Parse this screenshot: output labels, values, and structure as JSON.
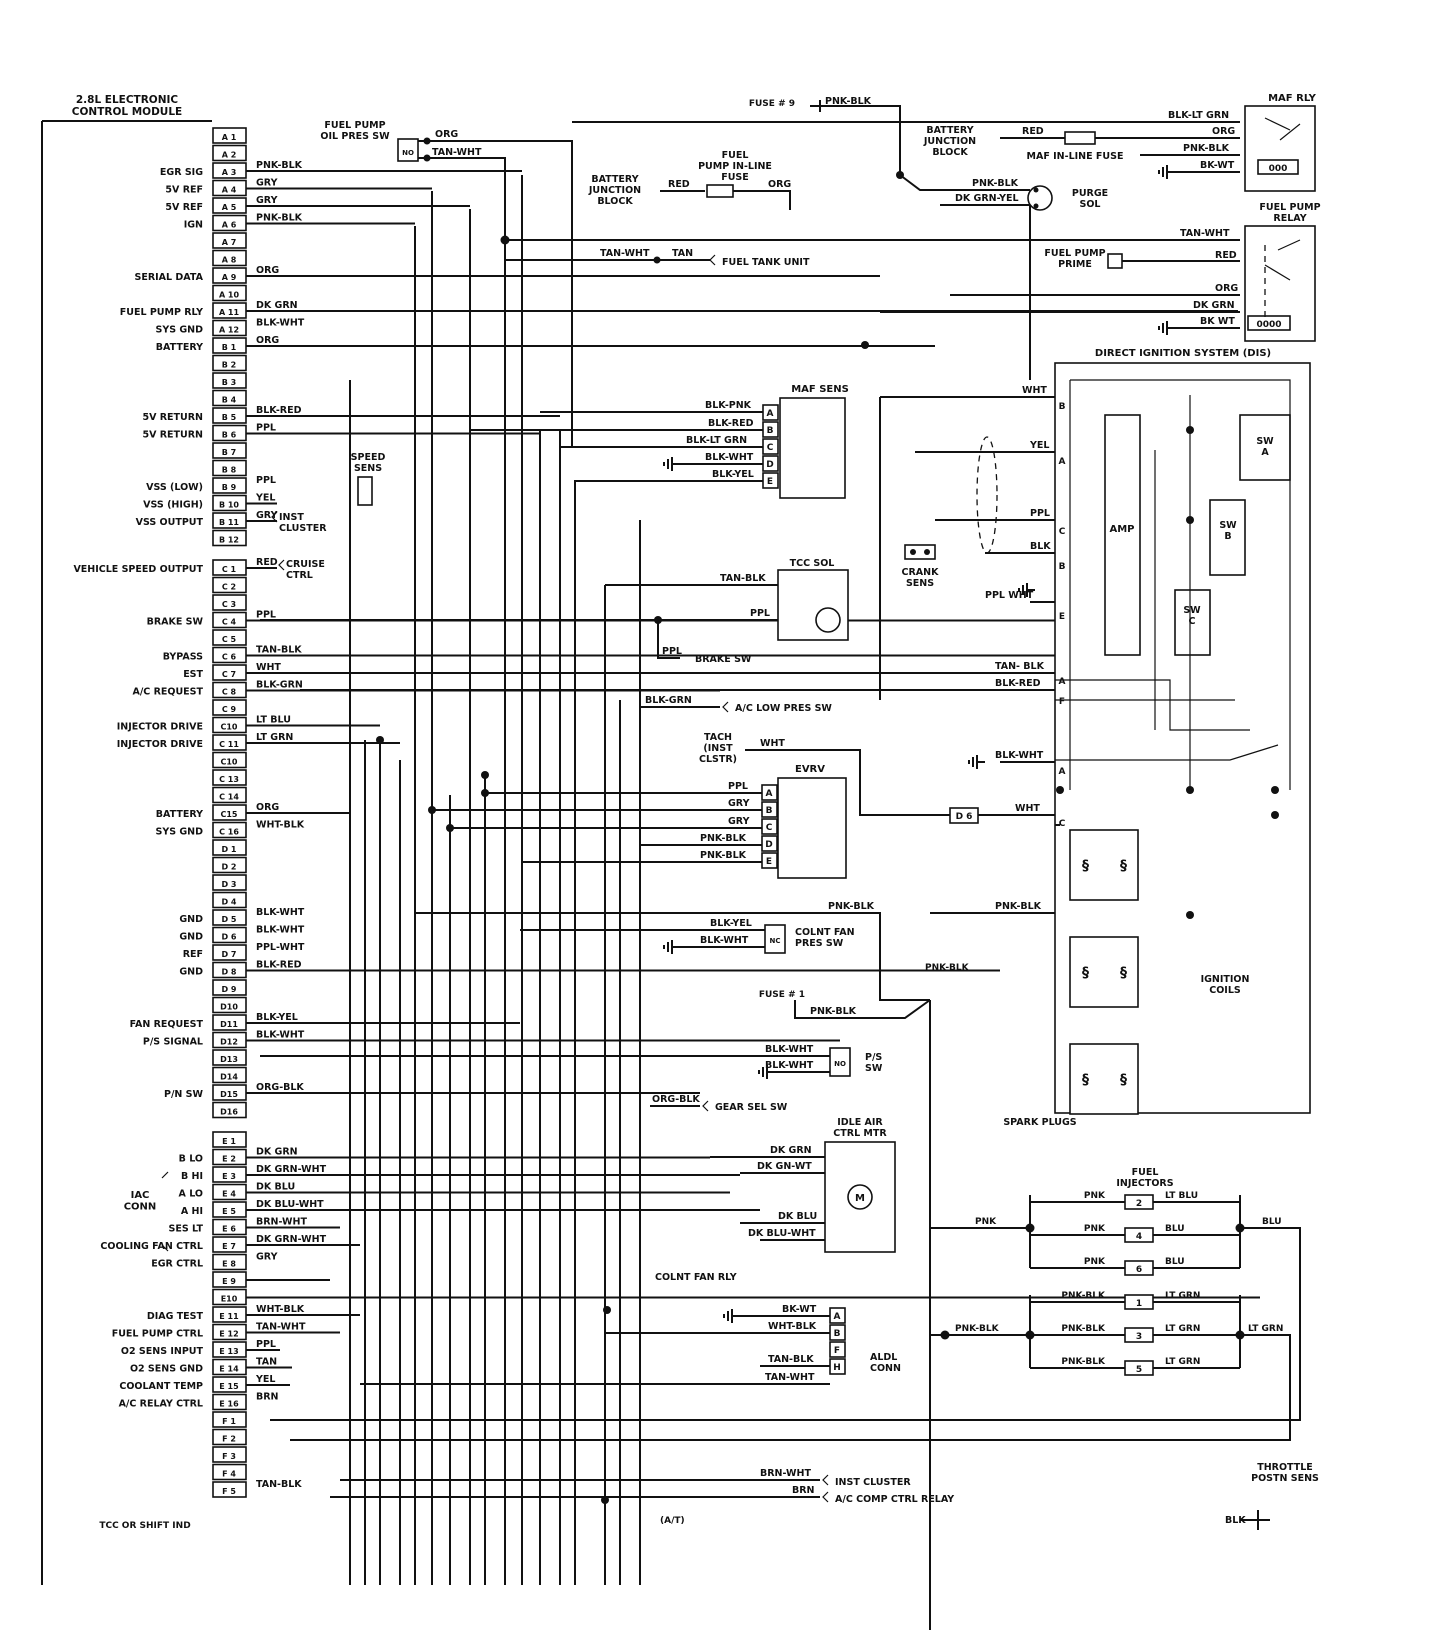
{
  "module": {
    "title": "2.8L ELECTRONIC\nCONTROL MODULE",
    "pins": [
      {
        "pin": "A 1",
        "func": "",
        "wire": ""
      },
      {
        "pin": "A 2",
        "func": "",
        "wire": ""
      },
      {
        "pin": "A 3",
        "func": "EGR SIG",
        "wire": "PNK-BLK"
      },
      {
        "pin": "A 4",
        "func": "5V REF",
        "wire": "GRY"
      },
      {
        "pin": "A 5",
        "func": "5V REF",
        "wire": "GRY"
      },
      {
        "pin": "A 6",
        "func": "IGN",
        "wire": "PNK-BLK"
      },
      {
        "pin": "A 7",
        "func": "",
        "wire": ""
      },
      {
        "pin": "A 8",
        "func": "",
        "wire": ""
      },
      {
        "pin": "A 9",
        "func": "SERIAL DATA",
        "wire": "ORG"
      },
      {
        "pin": "A 10",
        "func": "",
        "wire": ""
      },
      {
        "pin": "A 11",
        "func": "FUEL PUMP RLY",
        "wire": "DK GRN"
      },
      {
        "pin": "A 12",
        "func": "SYS GND",
        "wire": "BLK-WHT"
      },
      {
        "pin": "B 1",
        "func": "BATTERY",
        "wire": "ORG"
      },
      {
        "pin": "B 2",
        "func": "",
        "wire": ""
      },
      {
        "pin": "B 3",
        "func": "",
        "wire": ""
      },
      {
        "pin": "B 4",
        "func": "",
        "wire": ""
      },
      {
        "pin": "B 5",
        "func": "5V RETURN",
        "wire": "BLK-RED"
      },
      {
        "pin": "B 6",
        "func": "5V RETURN",
        "wire": "PPL"
      },
      {
        "pin": "B 7",
        "func": "",
        "wire": ""
      },
      {
        "pin": "B 8",
        "func": "",
        "wire": ""
      },
      {
        "pin": "B 9",
        "func": "VSS (LOW)",
        "wire": "PPL"
      },
      {
        "pin": "B 10",
        "func": "VSS (HIGH)",
        "wire": "YEL"
      },
      {
        "pin": "B 11",
        "func": "VSS OUTPUT",
        "wire": "GRY"
      },
      {
        "pin": "B 12",
        "func": "",
        "wire": ""
      },
      {
        "pin": "C 1",
        "func": "VEHICLE SPEED OUTPUT",
        "wire": "RED"
      },
      {
        "pin": "C 2",
        "func": "",
        "wire": ""
      },
      {
        "pin": "C 3",
        "func": "",
        "wire": ""
      },
      {
        "pin": "C 4",
        "func": "BRAKE SW",
        "wire": "PPL"
      },
      {
        "pin": "C 5",
        "func": "",
        "wire": ""
      },
      {
        "pin": "C 6",
        "func": "BYPASS",
        "wire": "TAN-BLK"
      },
      {
        "pin": "C 7",
        "func": "EST",
        "wire": "WHT"
      },
      {
        "pin": "C 8",
        "func": "A/C REQUEST",
        "wire": "BLK-GRN"
      },
      {
        "pin": "C 9",
        "func": "",
        "wire": ""
      },
      {
        "pin": "C10",
        "func": "INJECTOR DRIVE",
        "wire": "LT BLU"
      },
      {
        "pin": "C 11",
        "func": "INJECTOR DRIVE",
        "wire": "LT GRN"
      },
      {
        "pin": "C10",
        "func": "",
        "wire": ""
      },
      {
        "pin": "C 13",
        "func": "",
        "wire": ""
      },
      {
        "pin": "C 14",
        "func": "",
        "wire": ""
      },
      {
        "pin": "C15",
        "func": "BATTERY",
        "wire": "ORG"
      },
      {
        "pin": "C 16",
        "func": "SYS GND",
        "wire": "WHT-BLK"
      },
      {
        "pin": "D 1",
        "func": "",
        "wire": ""
      },
      {
        "pin": "D 2",
        "func": "",
        "wire": ""
      },
      {
        "pin": "D 3",
        "func": "",
        "wire": ""
      },
      {
        "pin": "D 4",
        "func": "",
        "wire": ""
      },
      {
        "pin": "D 5",
        "func": "GND",
        "wire": "BLK-WHT"
      },
      {
        "pin": "D 6",
        "func": "GND",
        "wire": "BLK-WHT"
      },
      {
        "pin": "D 7",
        "func": "REF",
        "wire": "PPL-WHT"
      },
      {
        "pin": "D 8",
        "func": "GND",
        "wire": "BLK-RED"
      },
      {
        "pin": "D 9",
        "func": "",
        "wire": ""
      },
      {
        "pin": "D10",
        "func": "",
        "wire": ""
      },
      {
        "pin": "D11",
        "func": "FAN REQUEST",
        "wire": "BLK-YEL"
      },
      {
        "pin": "D12",
        "func": "P/S SIGNAL",
        "wire": "BLK-WHT"
      },
      {
        "pin": "D13",
        "func": "",
        "wire": ""
      },
      {
        "pin": "D14",
        "func": "",
        "wire": ""
      },
      {
        "pin": "D15",
        "func": "P/N SW",
        "wire": "ORG-BLK"
      },
      {
        "pin": "D16",
        "func": "",
        "wire": ""
      },
      {
        "pin": "E 1",
        "func": "",
        "wire": ""
      },
      {
        "pin": "E 2",
        "func": "B LO",
        "wire": "DK GRN"
      },
      {
        "pin": "E 3",
        "func": "B HI",
        "wire": "DK GRN-WHT"
      },
      {
        "pin": "E 4",
        "func": "A LO",
        "wire": "DK BLU"
      },
      {
        "pin": "E 5",
        "func": "A HI",
        "wire": "DK BLU-WHT"
      },
      {
        "pin": "E 6",
        "func": "SES LT",
        "wire": "BRN-WHT"
      },
      {
        "pin": "E 7",
        "func": "COOLING FAN CTRL",
        "wire": "DK GRN-WHT"
      },
      {
        "pin": "E 8",
        "func": "EGR CTRL",
        "wire": "GRY"
      },
      {
        "pin": "E 9",
        "func": "",
        "wire": ""
      },
      {
        "pin": "E10",
        "func": "",
        "wire": ""
      },
      {
        "pin": "E 11",
        "func": "DIAG TEST",
        "wire": "WHT-BLK"
      },
      {
        "pin": "E 12",
        "func": "FUEL PUMP CTRL",
        "wire": "TAN-WHT"
      },
      {
        "pin": "E 13",
        "func": "O2 SENS INPUT",
        "wire": "PPL"
      },
      {
        "pin": "E 14",
        "func": "O2 SENS GND",
        "wire": "TAN"
      },
      {
        "pin": "E 15",
        "func": "COOLANT TEMP",
        "wire": "YEL"
      },
      {
        "pin": "E 16",
        "func": "A/C RELAY CTRL",
        "wire": "BRN"
      },
      {
        "pin": "F 1",
        "func": "",
        "wire": ""
      },
      {
        "pin": "F 2",
        "func": "",
        "wire": ""
      },
      {
        "pin": "F 3",
        "func": "",
        "wire": ""
      },
      {
        "pin": "F 4",
        "func": "",
        "wire": ""
      },
      {
        "pin": "F 5",
        "func": "",
        "wire": "TAN-BLK"
      }
    ],
    "iac_label": "IAC\nCONN"
  },
  "labels": {
    "fuel_pump_oil_pres_sw": "FUEL PUMP\nOIL PRES SW",
    "fuse9": "FUSE # 9",
    "fuse9_wire": "PNK-BLK",
    "battery_junction_block_1": "BATTERY\nJUNCTION\nBLOCK",
    "fuel_pump_inline_fuse": "FUEL\nPUMP IN-LINE\nFUSE",
    "battery_junction_block_2": "BATTERY\nJUNCTION\nBLOCK",
    "maf_inline_fuse": "MAF IN-LINE FUSE",
    "maf_rly": "MAF RLY",
    "purge_sol": "PURGE\nSOL",
    "fuel_pump_relay": "FUEL PUMP\nRELAY",
    "fuel_pump_prime": "FUEL PUMP\nPRIME",
    "fuel_tank_unit": "FUEL TANK UNIT",
    "dis": "DIRECT IGNITION SYSTEM (DIS)",
    "maf_sens": "MAF SENS",
    "speed_sens": "SPEED\nSENS",
    "inst_cluster_1": "INST\nCLUSTER",
    "cruise_ctrl": "CRUISE\nCTRL",
    "tcc_sol": "TCC SOL",
    "brake_sw": "BRAKE SW",
    "ac_low_pres_sw": "A/C LOW PRES SW",
    "tach": "TACH\n(INST\nCLSTR)",
    "evrv": "EVRV",
    "crank_sens": "CRANK\nSENS",
    "amp": "AMP",
    "sw_a": "SW\nA",
    "sw_b": "SW\nB",
    "sw_c": "SW\nC",
    "d6": "D 6",
    "colnt_fan_pres_sw": "COLNT FAN\nPRES SW",
    "fuse1": "FUSE # 1",
    "ignition_coils": "IGNITION\nCOILS",
    "spark_plugs": "SPARK PLUGS",
    "ps_sw": "P/S\nSW",
    "gear_sel_sw": "GEAR SEL SW",
    "idle_air_ctrl_mtr": "IDLE AIR\nCTRL MTR",
    "colnt_fan_rly": "COLNT FAN RLY",
    "aldl_conn": "ALDL\nCONN",
    "fuel_injectors": "FUEL\nINJECTORS",
    "inst_cluster_2": "INST CLUSTER",
    "ac_comp_ctrl_relay": "A/C COMP CTRL RELAY",
    "throttle_postn_sens": "THROTTLE\nPOSTN SENS",
    "tcc_or_shift": "TCC OR SHIFT IND",
    "at_label": "(A/T)"
  },
  "wire_labels": [
    {
      "id": "w-org-1",
      "text": "ORG"
    },
    {
      "id": "w-tanwht-1",
      "text": "TAN-WHT"
    },
    {
      "id": "w-red-1",
      "text": "RED"
    },
    {
      "id": "w-org-2",
      "text": "ORG"
    },
    {
      "id": "w-red-2",
      "text": "RED"
    },
    {
      "id": "w-blkltgrn-1",
      "text": "BLK-LT GRN"
    },
    {
      "id": "w-org-3",
      "text": "ORG"
    },
    {
      "id": "w-pnkblk-1",
      "text": "PNK-BLK"
    },
    {
      "id": "w-bkwt-1",
      "text": "BK-WT"
    },
    {
      "id": "w-pnkblk-2",
      "text": "PNK-BLK"
    },
    {
      "id": "w-dkgrnyel",
      "text": "DK GRN-YEL"
    },
    {
      "id": "w-tanwht-2",
      "text": "TAN-WHT"
    },
    {
      "id": "w-tan-1",
      "text": "TAN"
    },
    {
      "id": "w-tanwht-3",
      "text": "TAN-WHT"
    },
    {
      "id": "w-red-3",
      "text": "RED"
    },
    {
      "id": "w-org-4",
      "text": "ORG"
    },
    {
      "id": "w-dkgrn-1",
      "text": "DK GRN"
    },
    {
      "id": "w-bkwt-2",
      "text": "BK WT"
    },
    {
      "id": "w-blkpnk",
      "text": "BLK-PNK"
    },
    {
      "id": "w-blkred-1",
      "text": "BLK-RED"
    },
    {
      "id": "w-blkltgrn-2",
      "text": "BLK-LT GRN"
    },
    {
      "id": "w-blkwht-1",
      "text": "BLK-WHT"
    },
    {
      "id": "w-blkyel-1",
      "text": "BLK-YEL"
    },
    {
      "id": "w-wht-1",
      "text": "WHT"
    },
    {
      "id": "w-yel-1",
      "text": "YEL"
    },
    {
      "id": "w-ppl-1",
      "text": "PPL"
    },
    {
      "id": "w-blk-1",
      "text": "BLK"
    },
    {
      "id": "w-pplwht-1",
      "text": "PPL WHT"
    },
    {
      "id": "w-tanblk-1",
      "text": "TAN-BLK"
    },
    {
      "id": "w-ppl-2",
      "text": "PPL"
    },
    {
      "id": "w-ppl-3",
      "text": "PPL"
    },
    {
      "id": "w-tanblk-2",
      "text": "TAN- BLK"
    },
    {
      "id": "w-blkred-2",
      "text": "BLK-RED"
    },
    {
      "id": "w-blkgrn-1",
      "text": "BLK-GRN"
    },
    {
      "id": "w-wht-2",
      "text": "WHT"
    },
    {
      "id": "w-blkwht-2",
      "text": "BLK-WHT"
    },
    {
      "id": "w-ppl-4",
      "text": "PPL"
    },
    {
      "id": "w-gry-1",
      "text": "GRY"
    },
    {
      "id": "w-gry-2",
      "text": "GRY"
    },
    {
      "id": "w-pnkblk-3",
      "text": "PNK-BLK"
    },
    {
      "id": "w-pnkblk-4",
      "text": "PNK-BLK"
    },
    {
      "id": "w-wht-3",
      "text": "WHT"
    },
    {
      "id": "w-pnkblk-5",
      "text": "PNK-BLK"
    },
    {
      "id": "w-pnkblk-6",
      "text": "PNK-BLK"
    },
    {
      "id": "w-blkyel-2",
      "text": "BLK-YEL"
    },
    {
      "id": "w-blkwht-3",
      "text": "BLK-WHT"
    },
    {
      "id": "w-pnkblk-7",
      "text": "PNK-BLK"
    },
    {
      "id": "w-pnkblk-8",
      "text": "PNK-BLK"
    },
    {
      "id": "w-blkwht-4",
      "text": "BLK-WHT"
    },
    {
      "id": "w-blkwht-5",
      "text": "BLK-WHT"
    },
    {
      "id": "w-orgblk",
      "text": "ORG-BLK"
    },
    {
      "id": "w-dkgrn-2",
      "text": "DK GRN"
    },
    {
      "id": "w-dkgnwt",
      "text": "DK GN-WT"
    },
    {
      "id": "w-dkblu",
      "text": "DK BLU"
    },
    {
      "id": "w-dkbluwht",
      "text": "DK BLU-WHT"
    },
    {
      "id": "w-pnkblk-9",
      "text": "PNK-BLK"
    },
    {
      "id": "w-pnk-1",
      "text": "PNK"
    },
    {
      "id": "w-pnkblk-10",
      "text": "PNK-BLK"
    },
    {
      "id": "w-bkwt-3",
      "text": "BK-WT"
    },
    {
      "id": "w-whtblk",
      "text": "WHT-BLK"
    },
    {
      "id": "w-tanblk-3",
      "text": "TAN-BLK"
    },
    {
      "id": "w-tanwht-4",
      "text": "TAN-WHT"
    },
    {
      "id": "w-brnwht",
      "text": "BRN-WHT"
    },
    {
      "id": "w-brn",
      "text": "BRN"
    },
    {
      "id": "w-blk-2",
      "text": "BLK"
    }
  ],
  "injectors": [
    {
      "num": "2",
      "feed": "PNK",
      "out": "LT BLU"
    },
    {
      "num": "4",
      "feed": "PNK",
      "out": "BLU"
    },
    {
      "num": "6",
      "feed": "PNK",
      "out": "BLU"
    },
    {
      "num": "1",
      "feed": "PNK-BLK",
      "out": "LT GRN"
    },
    {
      "num": "3",
      "feed": "PNK-BLK",
      "out": "LT GRN"
    },
    {
      "num": "5",
      "feed": "PNK-BLK",
      "out": "LT GRN"
    }
  ],
  "injector_bus_labels": {
    "blu": "BLU",
    "lt_grn": "LT GRN",
    "pnk": "PNK",
    "pnk_blk": "PNK-BLK"
  },
  "connector_pins": {
    "maf": [
      "A",
      "B",
      "C",
      "D",
      "E"
    ],
    "evrv": [
      "A",
      "B",
      "C",
      "D",
      "E"
    ],
    "aldl": [
      "A",
      "B",
      "F",
      "H"
    ],
    "dis": [
      "B",
      "A",
      "C",
      "B",
      "E",
      "A",
      "F",
      "A",
      "C"
    ]
  },
  "switch_letters": {
    "oil_pres": "NO",
    "colnt_fan": "NC",
    "ps": "NO"
  }
}
